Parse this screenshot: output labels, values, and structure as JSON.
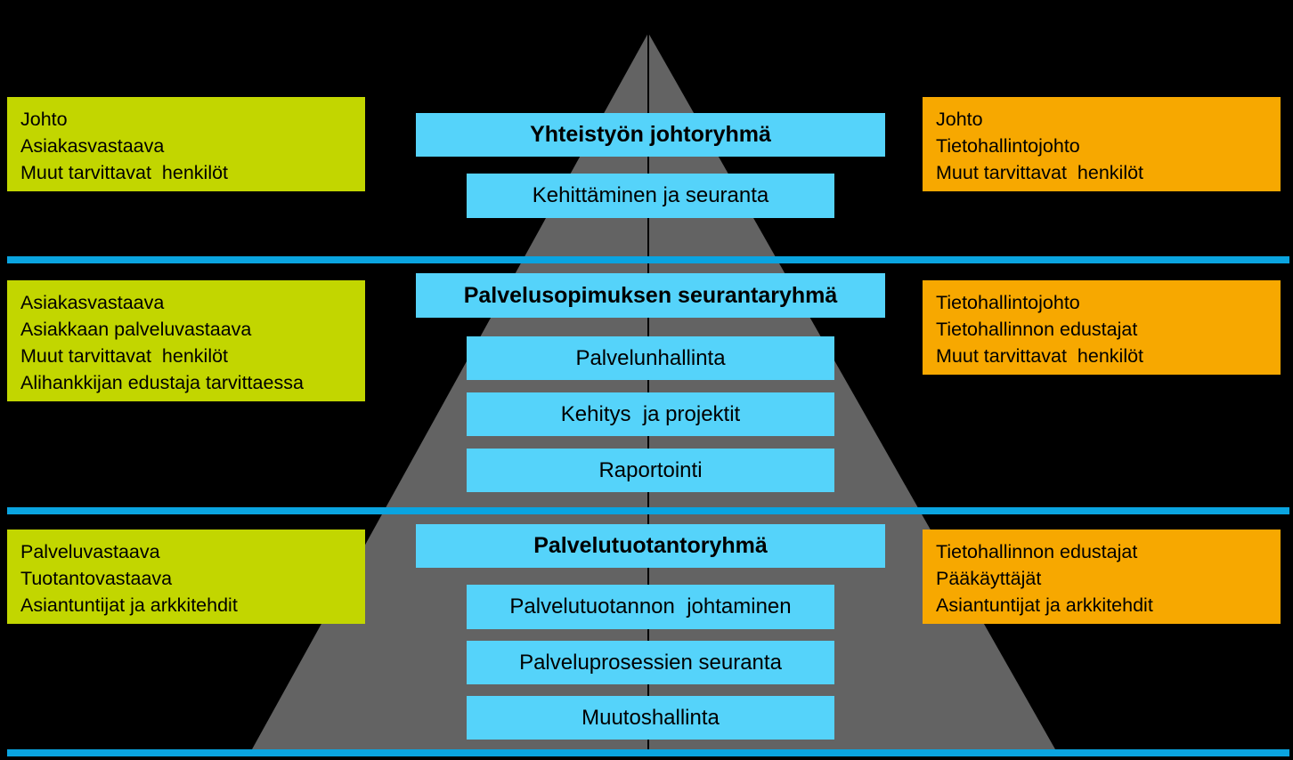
{
  "colors": {
    "background": "#000000",
    "pyramid": "#636363",
    "separator": "#0aa4e0",
    "box": "#55d3fa",
    "customer": "#c2d600",
    "supplier": "#f7a800"
  },
  "levels": [
    {
      "title": "Yhteistyön johtoryhmä",
      "items": [
        "Kehittäminen ja seuranta"
      ],
      "customer": [
        "Johto",
        "Asiakasvastaava",
        "Muut tarvittavat  henkilöt"
      ],
      "supplier": [
        "Johto",
        "Tietohallintojohto",
        "Muut tarvittavat  henkilöt"
      ]
    },
    {
      "title": "Palvelusopimuksen seurantaryhmä",
      "items": [
        "Palvelunhallinta",
        "Kehitys  ja projektit",
        "Raportointi"
      ],
      "customer": [
        "Asiakasvastaava",
        "Asiakkaan palveluvastaava",
        "Muut tarvittavat  henkilöt",
        "Alihankkijan edustaja tarvittaessa"
      ],
      "supplier": [
        "Tietohallintojohto",
        "Tietohallinnon edustajat",
        "Muut tarvittavat  henkilöt"
      ]
    },
    {
      "title": "Palvelutuotantoryhmä",
      "items": [
        "Palvelutuotannon  johtaminen",
        "Palveluprosessien seuranta",
        "Muutoshallinta"
      ],
      "customer": [
        "Palveluvastaava",
        "Tuotantovastaava",
        "Asiantuntijat ja arkkitehdit"
      ],
      "supplier": [
        "Tietohallinnon edustajat",
        "Pääkäyttäjät",
        "Asiantuntijat ja arkkitehdit"
      ]
    }
  ]
}
